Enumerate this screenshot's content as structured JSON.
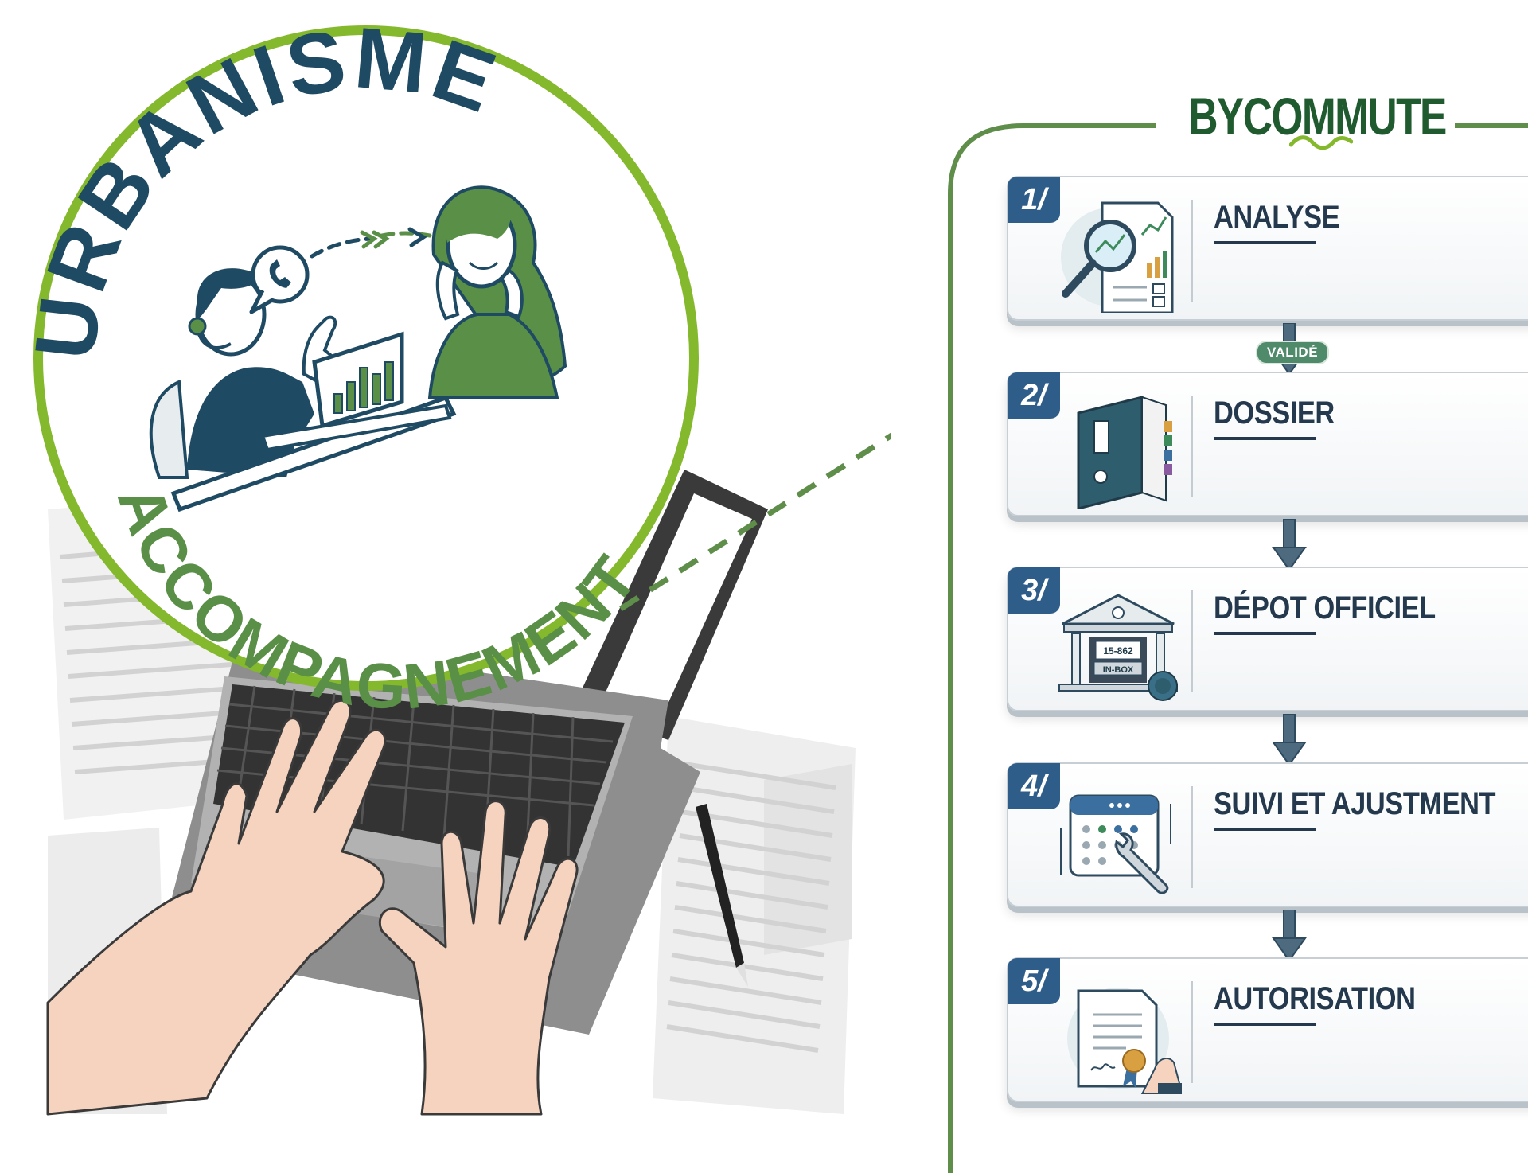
{
  "badge": {
    "top_text": "URBANISME",
    "bottom_text": "ACCOMPAGNEMENT"
  },
  "brand": {
    "name": "BYCOMMUTE"
  },
  "steps": [
    {
      "number": "1/",
      "title": "ANALYSE",
      "icon": "magnifier-report-icon"
    },
    {
      "number": "2/",
      "title": "DOSSIER",
      "icon": "binder-icon"
    },
    {
      "number": "3/",
      "title": "DÉPOT OFFICIEL",
      "icon": "government-building-icon"
    },
    {
      "number": "4/",
      "title": "SUIVI ET AJUSTMENT",
      "icon": "calendar-wrench-icon"
    },
    {
      "number": "5/",
      "title": "AUTORISATION",
      "icon": "certificate-icon"
    }
  ],
  "connector_badge": "VALIDÉ",
  "building_labels": {
    "code": "15-862",
    "box": "IN-BOX"
  },
  "colors": {
    "badge_ring": "#84b92e",
    "navy": "#1f4a63",
    "green": "#5a8f47",
    "frame_green": "#5f8e4a",
    "step_blue": "#2f5d8a"
  }
}
